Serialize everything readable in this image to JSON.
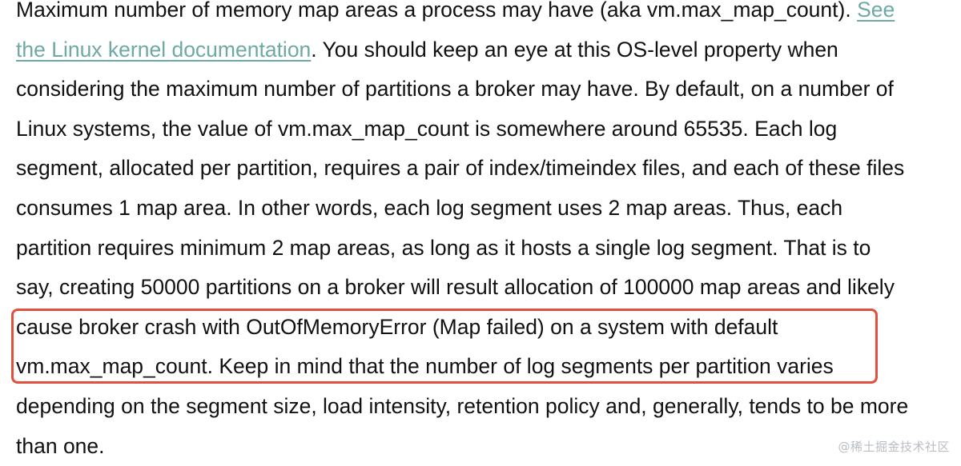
{
  "paragraph": {
    "line_1_text": "Maximum number of memory map areas a process may have (aka vm.max_map_count). ",
    "link_part_1": "See",
    "link_part_2": "the Linux kernel documentation",
    "line_2_rest": ". You should keep an eye at this OS-level property when",
    "line_3": "considering the maximum number of partitions a broker may have. By default, on a number of",
    "line_4": "Linux systems, the value of vm.max_map_count is somewhere around 65535. Each log",
    "line_5": "segment, allocated per partition, requires a pair of index/timeindex files, and each of these files",
    "line_6": "consumes 1 map area. In other words, each log segment uses 2 map areas. Thus, each",
    "line_7": "partition requires minimum 2 map areas, as long as it hosts a single log segment. That is to",
    "line_8": "say, creating 50000 partitions on a broker will result allocation of 100000 map areas and likely",
    "line_9": "cause broker crash with OutOfMemoryError (Map failed) on a system with default",
    "line_10": "vm.max_map_count. Keep in mind that the number of log segments per partition varies",
    "line_11": "depending on the segment size, load intensity, retention policy and, generally, tends to be more",
    "line_12": "than one."
  },
  "highlight": {
    "color": "#e0503c"
  },
  "link_color": "#6ea9a3",
  "watermark": {
    "text": "@稀土掘金技术社区"
  }
}
